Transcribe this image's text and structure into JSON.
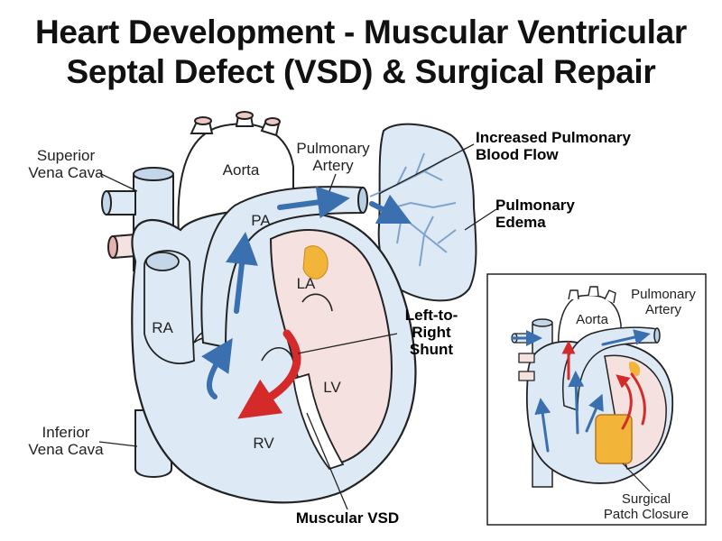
{
  "title": {
    "line1": "Heart Development - Muscular Ventricular",
    "line2": "Septal Defect (VSD) & Surgical Repair"
  },
  "main_diagram": {
    "superior_vena_cava": [
      "Superior",
      "Vena Cava"
    ],
    "inferior_vena_cava": [
      "Inferior",
      "Vena Cava"
    ],
    "aorta": "Aorta",
    "pulmonary_artery": [
      "Pulmonary",
      "Artery"
    ],
    "pa": "PA",
    "ra": "RA",
    "la": "LA",
    "lv": "LV",
    "rv": "RV",
    "increased_flow": [
      "Increased Pulmonary",
      "Blood Flow"
    ],
    "pulmonary_edema": [
      "Pulmonary",
      "Edema"
    ],
    "shunt": [
      "Left-to-",
      "Right",
      "Shunt"
    ],
    "muscular_vsd": "Muscular VSD"
  },
  "inset_diagram": {
    "aorta": "Aorta",
    "pulmonary_artery": [
      "Pulmonary",
      "Artery"
    ],
    "patch": [
      "Surgical",
      "Patch Closure"
    ]
  },
  "colors": {
    "deoxygenated_arrow": "#3a6fb0",
    "shunt_arrow": "#d42a2a",
    "venous_fill": "#dde9f5",
    "arterial_fill": "#f5e1e0",
    "patch_fill": "#f2b53a"
  }
}
